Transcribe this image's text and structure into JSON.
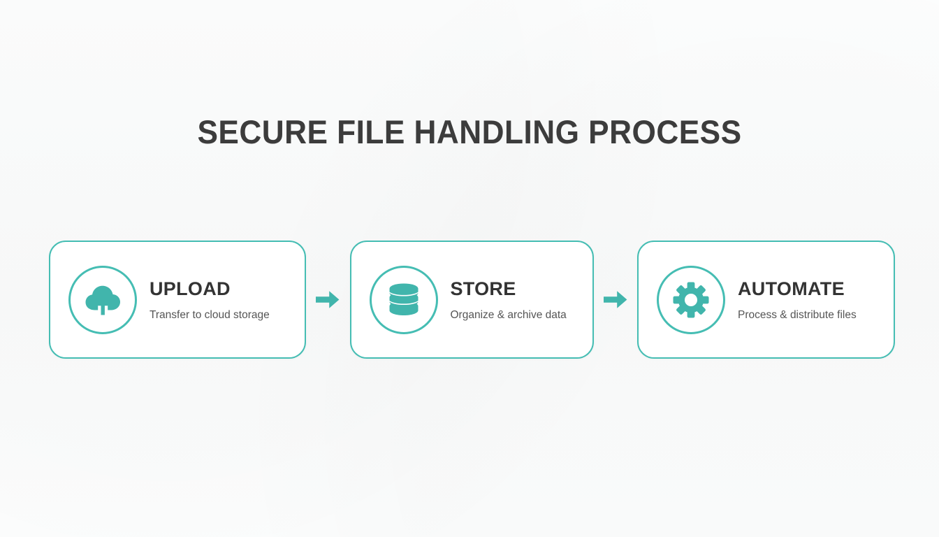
{
  "slide": {
    "title": "SECURE FILE HANDLING PROCESS",
    "background_color": "#fcfdfd",
    "accent_color": "#45bdb3",
    "icon_fill_color": "#41b5ac",
    "heading_color": "#333333",
    "subtitle_color": "#555555",
    "title_color": "#3c3c3c"
  },
  "steps": [
    {
      "heading": "UPLOAD",
      "subtitle": "Transfer to cloud storage",
      "icon": "cloud-upload-icon"
    },
    {
      "heading": "STORE",
      "subtitle": "Organize & archive data",
      "icon": "database-icon"
    },
    {
      "heading": "AUTOMATE",
      "subtitle": "Process & distribute files",
      "icon": "gear-icon"
    }
  ],
  "connectors": [
    {
      "icon": "arrow-right-icon"
    },
    {
      "icon": "arrow-right-icon"
    }
  ]
}
